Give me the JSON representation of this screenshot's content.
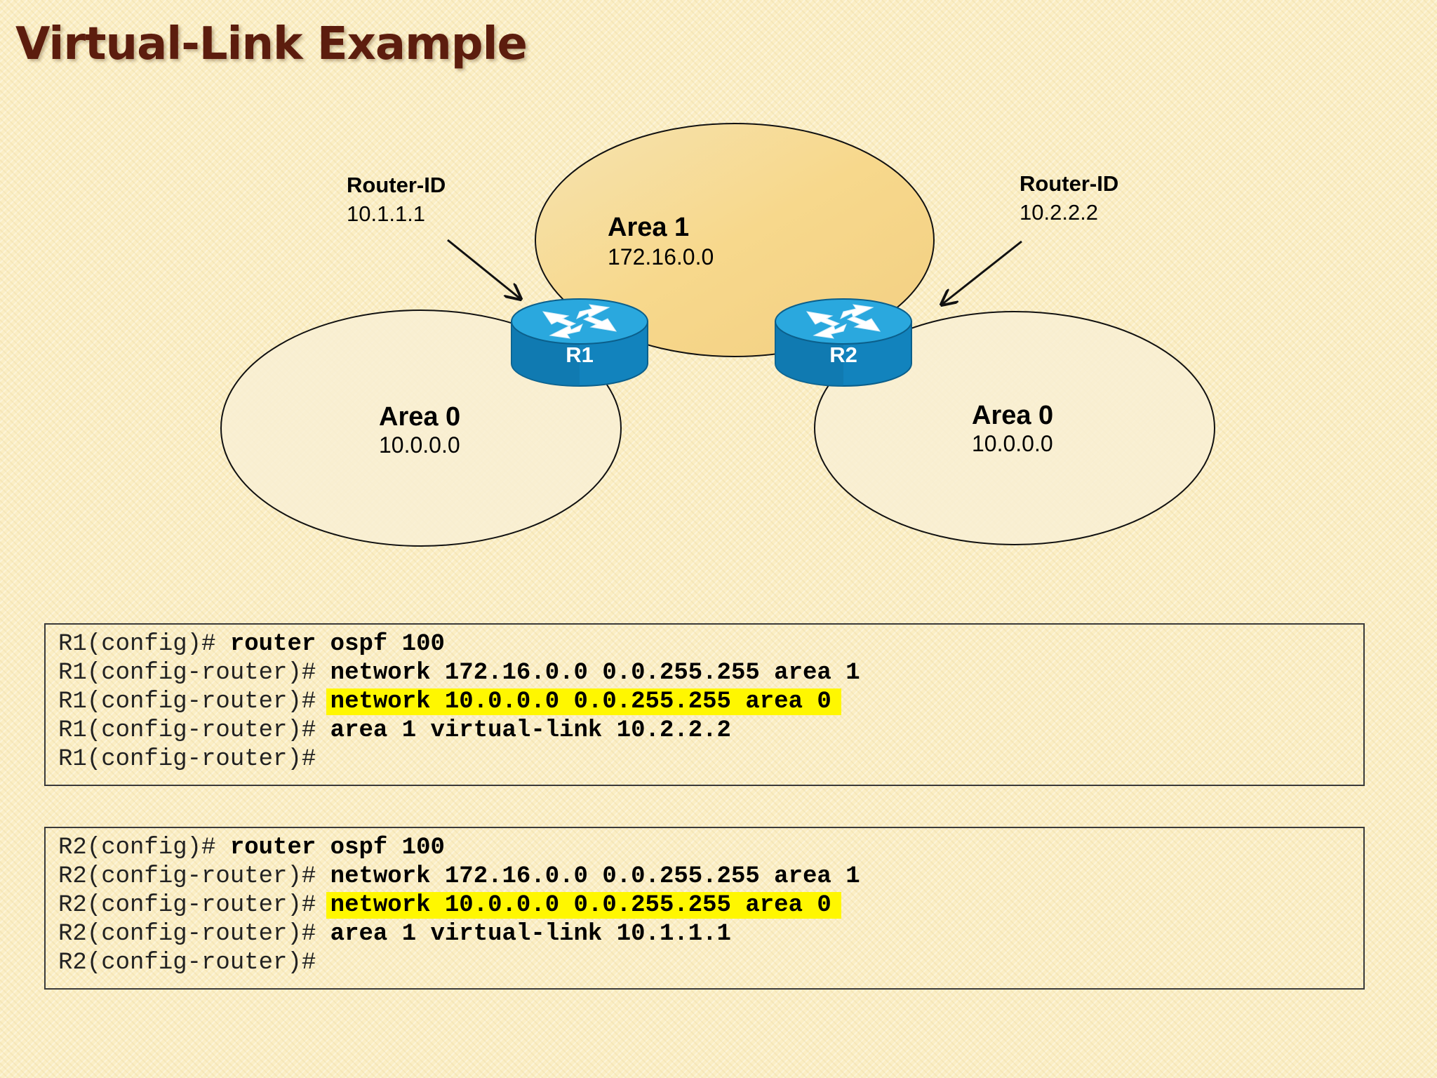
{
  "title": "Virtual-Link Example",
  "diagram": {
    "areas": [
      {
        "id": "area1",
        "name": "Area 1",
        "network": "172.16.0.0",
        "fill": "#fbdd8f"
      },
      {
        "id": "area0-left",
        "name": "Area 0",
        "network": "10.0.0.0",
        "fill": "#f8eed3"
      },
      {
        "id": "area0-right",
        "name": "Area 0",
        "network": "10.0.0.0",
        "fill": "#f8eed3"
      }
    ],
    "routers": [
      {
        "name": "R1",
        "router_id_label": "Router-ID",
        "router_id": "10.1.1.1"
      },
      {
        "name": "R2",
        "router_id_label": "Router-ID",
        "router_id": "10.2.2.2"
      }
    ],
    "colors": {
      "router": "#1c8fc6",
      "router_top": "#27a8dd",
      "router_dark": "#0f6c99"
    }
  },
  "cli": {
    "r1": [
      {
        "prompt": "R1(config)#",
        "command": "router ospf 100",
        "highlight": false
      },
      {
        "prompt": "R1(config-router)#",
        "command": "network 172.16.0.0 0.0.255.255 area 1",
        "highlight": false
      },
      {
        "prompt": "R1(config-router)#",
        "command": "network 10.0.0.0 0.0.255.255 area 0",
        "highlight": true
      },
      {
        "prompt": "R1(config-router)#",
        "command": "area 1 virtual-link 10.2.2.2",
        "highlight": false
      },
      {
        "prompt": "R1(config-router)#",
        "command": "",
        "highlight": false
      }
    ],
    "r2": [
      {
        "prompt": "R2(config)#",
        "command": "router ospf 100",
        "highlight": false
      },
      {
        "prompt": "R2(config-router)#",
        "command": "network 172.16.0.0 0.0.255.255 area 1",
        "highlight": false
      },
      {
        "prompt": "R2(config-router)#",
        "command": "network 10.0.0.0 0.0.255.255 area 0",
        "highlight": true
      },
      {
        "prompt": "R2(config-router)#",
        "command": "area 1 virtual-link 10.1.1.1",
        "highlight": false
      },
      {
        "prompt": "R2(config-router)#",
        "command": "",
        "highlight": false
      }
    ],
    "highlight_color": "#fff700"
  }
}
